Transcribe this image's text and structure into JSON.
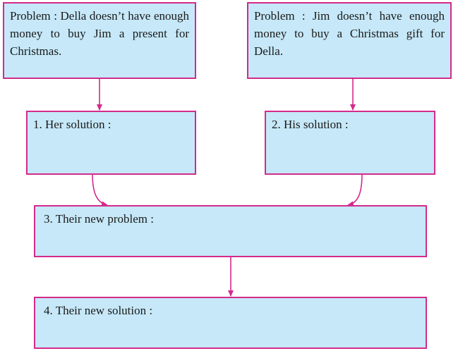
{
  "boxes": {
    "della_problem": "Problem : Della doesn’t have enough money to buy Jim a present for Christmas.",
    "jim_problem": "Problem : Jim doesn’t have enough money to buy a Christmas gift for Della.",
    "her_solution": "1. Her solution :",
    "his_solution": "2. His solution :",
    "new_problem": "3. Their new problem :",
    "new_solution": "4. Their new solution :"
  },
  "colors": {
    "fill": "#c6e8f8",
    "border": "#d42a8c"
  }
}
